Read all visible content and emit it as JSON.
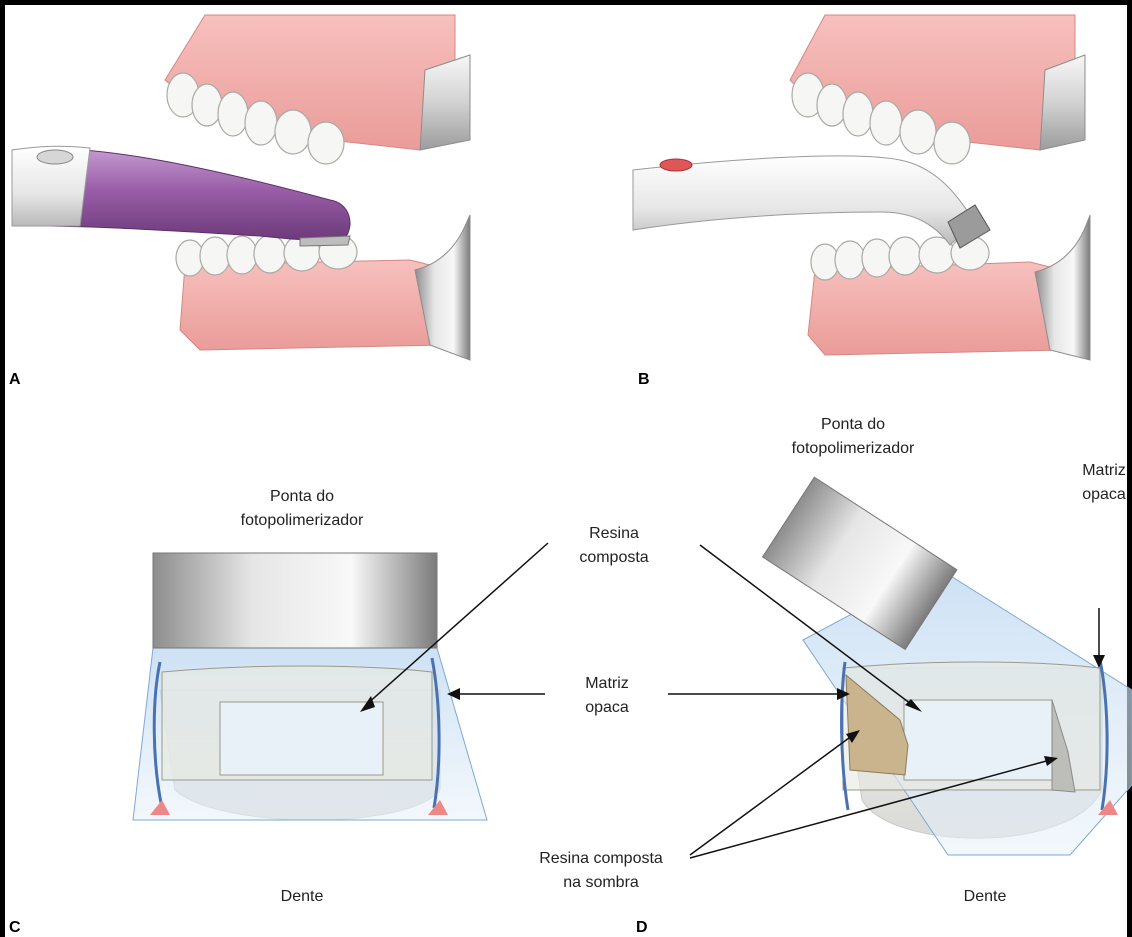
{
  "panels": {
    "a": "A",
    "b": "B",
    "c": "C",
    "d": "D"
  },
  "labels": {
    "ponta_c_1": "Ponta do",
    "ponta_c_2": "fotopolimerizador",
    "ponta_d_1": "Ponta do",
    "ponta_d_2": "fotopolimerizador",
    "resina_1": "Resina",
    "resina_2": "composta",
    "matriz_center_1": "Matriz",
    "matriz_center_2": "opaca",
    "matriz_right_1": "Matriz",
    "matriz_right_2": "opaca",
    "sombra_1": "Resina composta",
    "sombra_2": "na sombra",
    "dente_c": "Dente",
    "dente_d": "Dente"
  },
  "colors": {
    "gum": "#f2a9a6",
    "gum_dark": "#e48f8c",
    "tooth": "#f4f4f2",
    "handle_purple": "#9b5fa6",
    "handle_silver": "#e6e6e6",
    "light_cone": "#bcd8f2",
    "matrix": "#4a72b0",
    "shadow_resin": "#c9b48e"
  }
}
